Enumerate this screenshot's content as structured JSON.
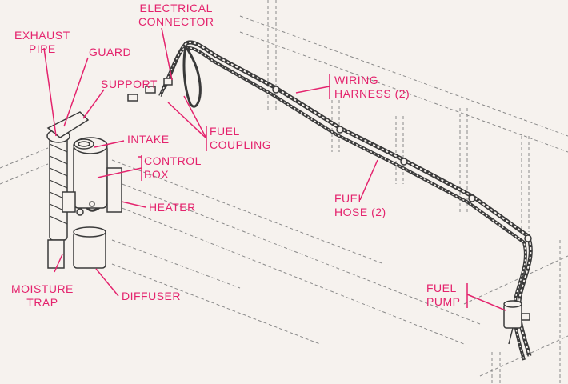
{
  "colors": {
    "label": "#e4236d",
    "line_art": "#3a3a3a",
    "dashed": "#8a8a8a",
    "background": "#f6f2ee"
  },
  "labels": {
    "electrical_connector": [
      "ELECTRICAL",
      "CONNECTOR"
    ],
    "exhaust_pipe": [
      "EXHAUST",
      "PIPE"
    ],
    "guard": "GUARD",
    "support": "SUPPORT",
    "intake": "INTAKE",
    "control_box": [
      "CONTROL",
      "BOX"
    ],
    "heater": "HEATER",
    "moisture_trap": [
      "MOISTURE",
      "TRAP"
    ],
    "diffuser": "DIFFUSER",
    "fuel_coupling": [
      "FUEL",
      "COUPLING"
    ],
    "wiring_harness": [
      "WIRING",
      "HARNESS (2)"
    ],
    "fuel_hose": [
      "FUEL",
      "HOSE (2)"
    ],
    "fuel_pump": [
      "FUEL",
      "PUMP"
    ]
  }
}
